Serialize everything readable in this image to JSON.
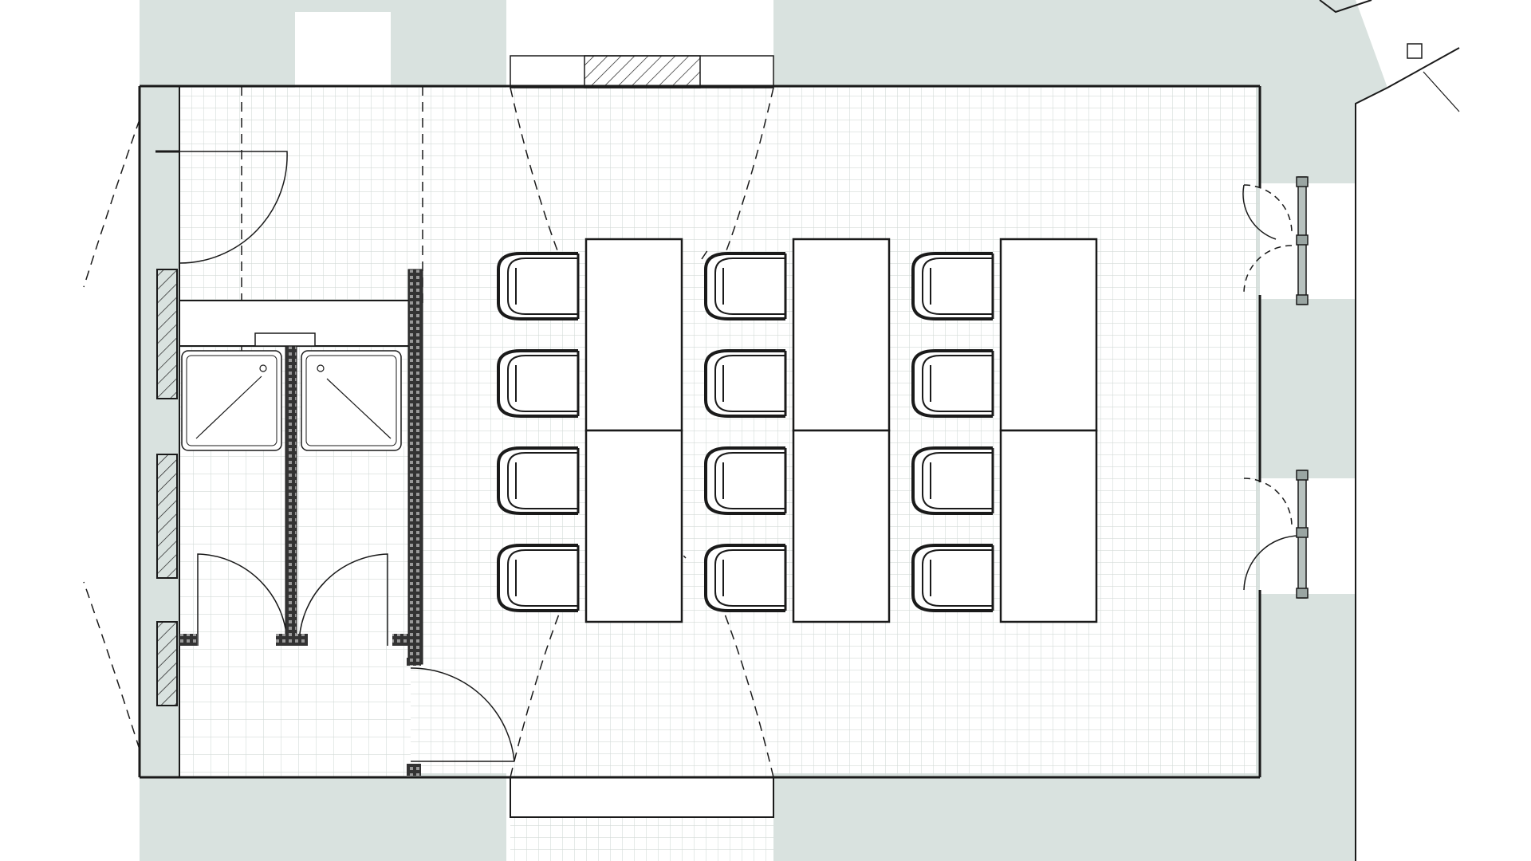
{
  "colors": {
    "background": "#ffffff",
    "surround": "#d9e2df",
    "floor_tile_line": "#d3dbd8",
    "wall_line": "#1a1a1a",
    "furniture_fill": "#ffffff",
    "window_frame": "#9aa5a2"
  },
  "desks": {
    "rows": 2,
    "columns": 3
  },
  "chairs": {
    "rows": 4,
    "columns": 3
  },
  "showers": {
    "count": 2
  },
  "windows": {
    "right_wall_count": 2
  }
}
